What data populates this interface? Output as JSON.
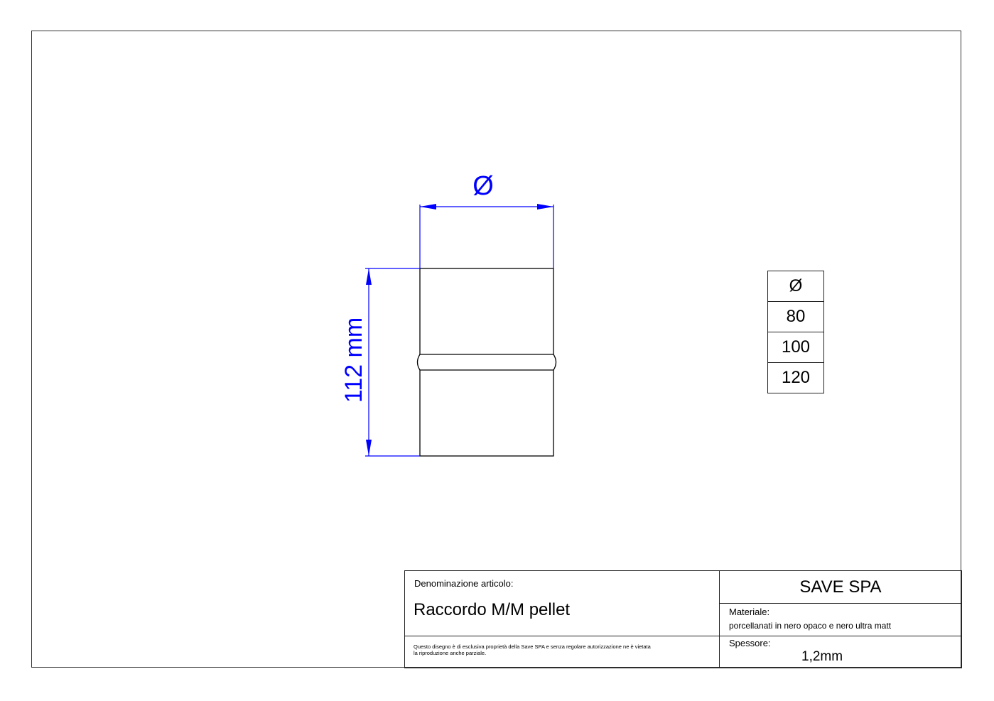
{
  "drawing": {
    "diameter_symbol": "Ø",
    "length_dimension": "112 mm",
    "colors": {
      "dimension": "#0000ff",
      "outline": "#000000"
    }
  },
  "size_table": {
    "header": "Ø",
    "rows": [
      "80",
      "100",
      "120"
    ]
  },
  "title_block": {
    "denomination_label": "Denominazione articolo:",
    "article_name": "Raccordo M/M pellet",
    "disclaimer_line1": "Questo disegno è di esclusiva proprietà della Save SPA e senza regolare autorizzazione ne è vietata",
    "disclaimer_line2": "la riproduzione anche parziale.",
    "company": "SAVE SPA",
    "material_label": "Materiale:",
    "material_value": "porcellanati in nero opaco e nero ultra matt",
    "thickness_label": "Spessore:",
    "thickness_value": "1,2mm"
  }
}
